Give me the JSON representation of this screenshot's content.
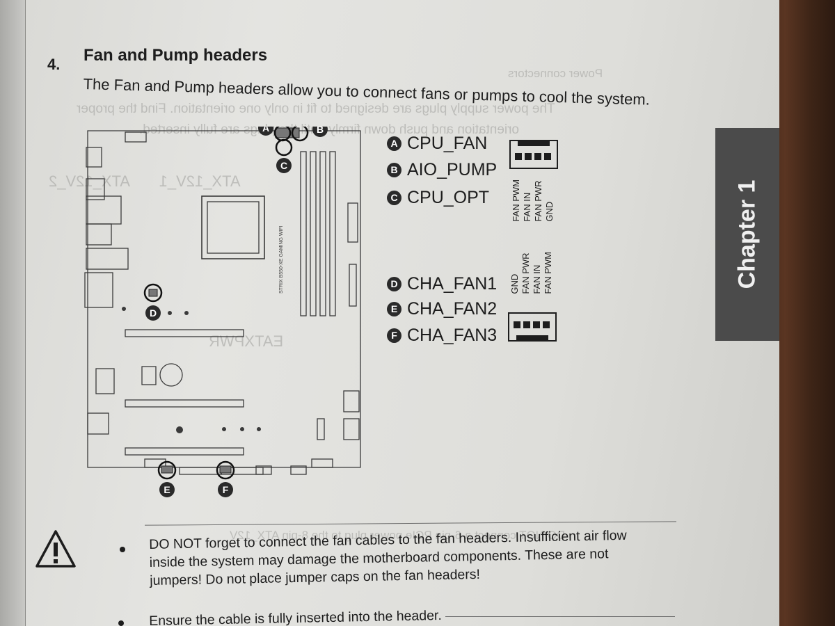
{
  "section": {
    "number": "4.",
    "title": "Fan and Pump headers",
    "intro": "The Fan and Pump headers allow you to connect fans or pumps to cool the system."
  },
  "chapter_tab": "Chapter 1",
  "headers_group_1": [
    {
      "letter": "A",
      "name": "CPU_FAN"
    },
    {
      "letter": "B",
      "name": "AIO_PUMP"
    },
    {
      "letter": "C",
      "name": "CPU_OPT"
    }
  ],
  "headers_group_2": [
    {
      "letter": "D",
      "name": "CHA_FAN1"
    },
    {
      "letter": "E",
      "name": "CHA_FAN2"
    },
    {
      "letter": "F",
      "name": "CHA_FAN3"
    }
  ],
  "pinout_top": [
    "FAN PWM",
    "FAN IN",
    "FAN PWR",
    "GND"
  ],
  "pinout_bottom": [
    "GND",
    "FAN PWR",
    "FAN IN",
    "FAN PWM"
  ],
  "board_label": "STRIX B550-XE GAMING WIFI",
  "notes": [
    {
      "lines": [
        "DO NOT forget to connect the fan cables to the fan headers. Insufficient air flow",
        "inside the system may damage the motherboard components. These are not",
        "jumpers! Do not place jumper caps on the fan headers!"
      ]
    },
    {
      "lines": [
        "Ensure the cable is fully inserted into the header."
      ]
    }
  ],
  "colors": {
    "page": "#e0e0dc",
    "tab": "#4b4b4b",
    "ink": "#1d1d1d",
    "badge": "#2a2a2a"
  },
  "icons": {
    "warning": "warning-triangle-icon"
  }
}
